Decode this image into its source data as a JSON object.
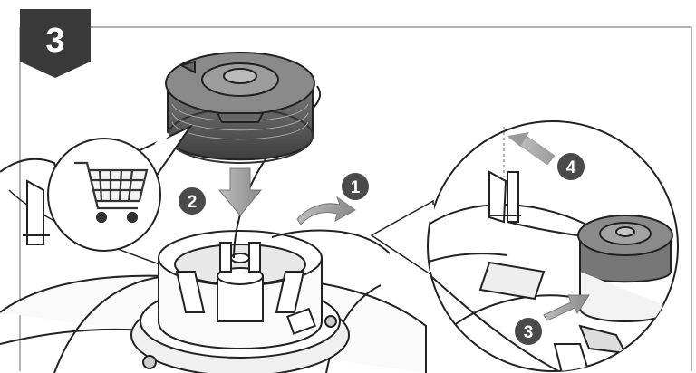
{
  "step_number": "3",
  "callouts": [
    {
      "id": "1",
      "label": "1"
    },
    {
      "id": "2",
      "label": "2"
    },
    {
      "id": "3",
      "label": "3"
    },
    {
      "id": "4",
      "label": "4"
    }
  ],
  "icons": {
    "step": "step-badge-icon",
    "cart": "shopping-cart-icon",
    "spool": "spool-icon",
    "housing": "spool-housing-icon",
    "arrow_down": "arrow-down-icon",
    "arrow_right": "arrow-right-icon",
    "arrow_insert": "arrow-insert-icon",
    "arrow_up": "arrow-up-icon"
  },
  "colors": {
    "badge": "#3a3a3a",
    "callout": "#4a4a4a",
    "arrow": "#9a9a9a",
    "spool_dark": "#555555",
    "spool_light": "#888888",
    "line": "#222222",
    "frame": "#9a9a9a"
  }
}
